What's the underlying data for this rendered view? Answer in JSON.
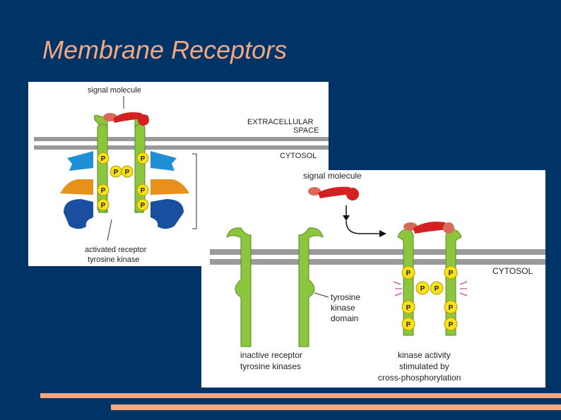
{
  "slide": {
    "title": "Membrane Receptors",
    "colors": {
      "background": "#003366",
      "accent": "#f4a882",
      "receptor": "#8cc63f",
      "signal": "#e03030",
      "phosphate": "#f7e11b"
    }
  },
  "panel_active": {
    "signal_label": "signal molecule",
    "extracellular_line1": "EXTRACELLULAR",
    "extracellular_line2": "SPACE",
    "cytosol_label": "CYTOSOL",
    "receptor_line1": "activated receptor",
    "receptor_line2": "tyrosine kinase",
    "phosphate_symbol": "P"
  },
  "panel_mechanism": {
    "signal_label": "signal molecule",
    "cytosol_label": "CYTOSOL",
    "domain_line1": "tyrosine",
    "domain_line2": "kinase",
    "domain_line3": "domain",
    "inactive_line1": "inactive receptor",
    "inactive_line2": "tyrosine kinases",
    "activity_line1": "kinase activity",
    "activity_line2": "stimulated by",
    "activity_line3": "cross-phosphorylation",
    "phosphate_symbol": "P"
  }
}
